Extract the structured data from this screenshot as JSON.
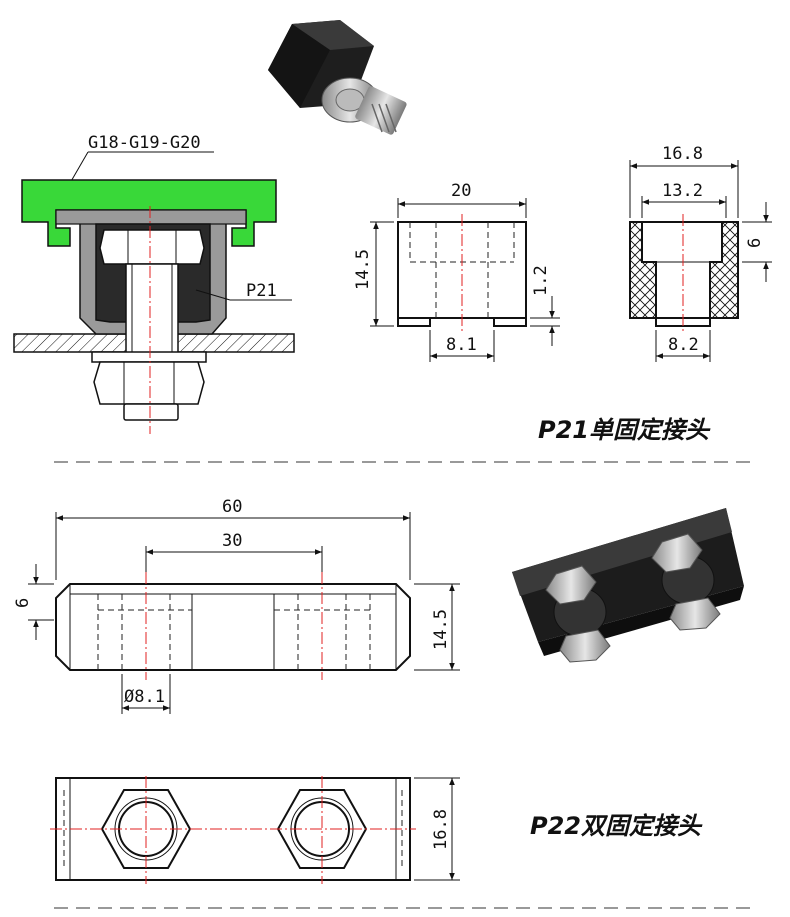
{
  "colors": {
    "rail_green": "#39d839",
    "steel_gray": "#9a9a9a",
    "body_black": "#2a2a2a",
    "centerline": "#e02020"
  },
  "top_section": {
    "rail_label": "G18-G19-G20",
    "part_label": "P21",
    "title": "P21单固定接头",
    "front_view": {
      "width": "20",
      "height": "14.5",
      "step": "1.2",
      "bottom": "8.1"
    },
    "section_view": {
      "outer": "16.8",
      "inner": "13.2",
      "depth": "6",
      "hole": "8.2"
    }
  },
  "bottom_section": {
    "title": "P22双固定接头",
    "front_view": {
      "length": "60",
      "pitch": "30",
      "height": "14.5",
      "offset": "6",
      "hole": "Ø8.1"
    },
    "top_view": {
      "width": "16.8"
    }
  }
}
